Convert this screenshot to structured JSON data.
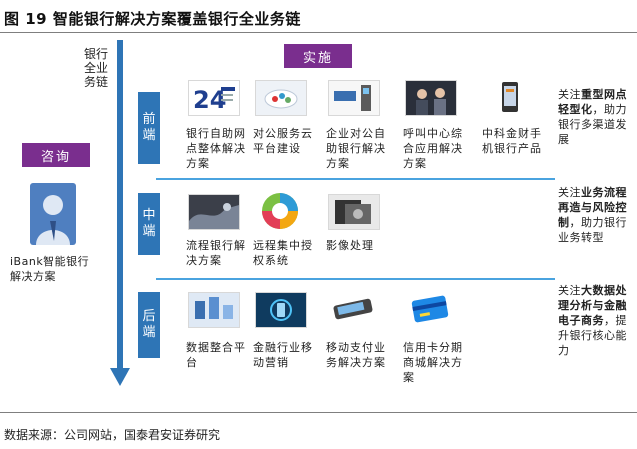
{
  "title": "图 19 智能银行解决方案覆盖银行全业务链",
  "consult_label": "咨询",
  "implement_label": "实施",
  "chain_label": "银行全业务链",
  "ibank_label": "iBank智能银行解决方案",
  "stages": {
    "front": "前端",
    "middle": "中端",
    "back": "后端"
  },
  "front_items": [
    {
      "label": "银行自助网点整体解决方案",
      "icon": "self-service-logo-icon"
    },
    {
      "label": "对公服务云平台建设",
      "icon": "cloud-icon"
    },
    {
      "label": "企业对公自助银行解决方案",
      "icon": "kiosk-icon"
    },
    {
      "label": "呼叫中心综合应用解决方案",
      "icon": "call-center-icon"
    },
    {
      "label": "中科金财手机银行产品",
      "icon": "mobile-phone-icon"
    }
  ],
  "middle_items": [
    {
      "label": "流程银行解决方案",
      "icon": "process-icon"
    },
    {
      "label": "远程集中授权系统",
      "icon": "authorization-wheel-icon"
    },
    {
      "label": "影像处理",
      "icon": "image-processing-icon"
    }
  ],
  "back_items": [
    {
      "label": "数据整合平台",
      "icon": "data-integration-icon"
    },
    {
      "label": "金融行业移动营销",
      "icon": "mobile-marketing-icon"
    },
    {
      "label": "移动支付业务解决方案",
      "icon": "mobile-payment-icon"
    },
    {
      "label": "信用卡分期商城解决方案",
      "icon": "credit-card-icon"
    }
  ],
  "notes": {
    "front": {
      "pre": "关注",
      "bold": "重型网点轻型化",
      "post": "，助力银行多渠道发展"
    },
    "middle": {
      "pre": "关注",
      "bold": "业务流程再造与风险控制",
      "post": "，助力银行业务转型"
    },
    "back": {
      "pre": "关注",
      "bold": "大数据处理分析与金融电子商务",
      "post": "，提升银行核心能力"
    }
  },
  "source": "数据来源：公司网站，国泰君安证券研究",
  "colors": {
    "badge": "#7a2e8e",
    "stage": "#2e75b6",
    "arrow": "#2e75b6",
    "separator": "#4aa3df"
  }
}
